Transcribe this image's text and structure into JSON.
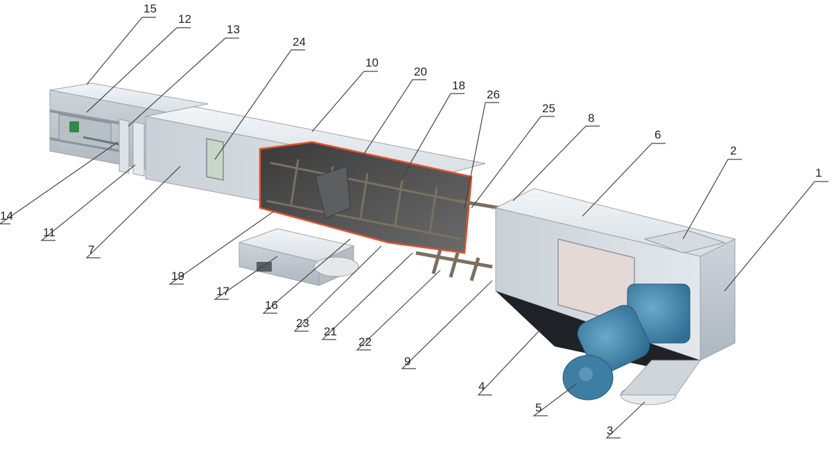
{
  "diagram": {
    "subject": "chain conveyor cutaway",
    "callouts": [
      {
        "id": "c1",
        "text": "1"
      },
      {
        "id": "c2",
        "text": "2"
      },
      {
        "id": "c3",
        "text": "3"
      },
      {
        "id": "c4",
        "text": "4"
      },
      {
        "id": "c5",
        "text": "5"
      },
      {
        "id": "c6",
        "text": "6"
      },
      {
        "id": "c7",
        "text": "7"
      },
      {
        "id": "c8",
        "text": "8"
      },
      {
        "id": "c9",
        "text": "9"
      },
      {
        "id": "c10",
        "text": "10"
      },
      {
        "id": "c11",
        "text": "11"
      },
      {
        "id": "c12",
        "text": "12"
      },
      {
        "id": "c13",
        "text": "13"
      },
      {
        "id": "c14",
        "text": "14"
      },
      {
        "id": "c15",
        "text": "15"
      },
      {
        "id": "c16",
        "text": "16"
      },
      {
        "id": "c17",
        "text": "17"
      },
      {
        "id": "c18",
        "text": "18"
      },
      {
        "id": "c19",
        "text": "19"
      },
      {
        "id": "c20",
        "text": "20"
      },
      {
        "id": "c21",
        "text": "21"
      },
      {
        "id": "c22",
        "text": "22"
      },
      {
        "id": "c23",
        "text": "23"
      },
      {
        "id": "c24",
        "text": "24"
      },
      {
        "id": "c25",
        "text": "25"
      },
      {
        "id": "c26",
        "text": "26"
      }
    ]
  }
}
